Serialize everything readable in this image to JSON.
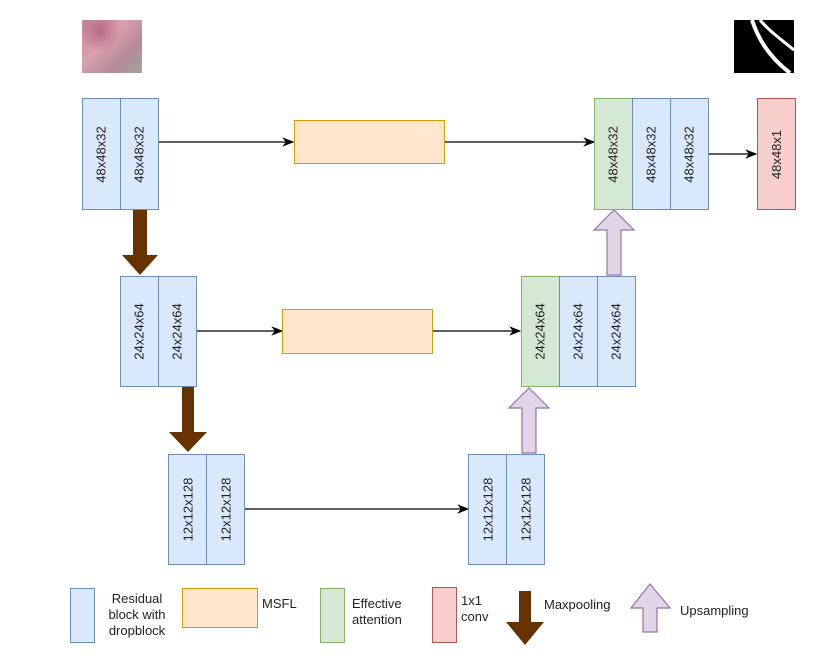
{
  "images": {
    "input": "retinal-fundus-patch",
    "output": "vessel-segmentation-mask"
  },
  "encoder": {
    "level1": [
      "48x48x32",
      "48x48x32"
    ],
    "level2": [
      "24x24x64",
      "24x24x64"
    ],
    "level3": [
      "12x12x128",
      "12x12x128"
    ]
  },
  "decoder": {
    "level3": [
      "12x12x128",
      "12x12x128"
    ],
    "level2": [
      "24x24x64",
      "24x24x64",
      "24x24x64"
    ],
    "level1": [
      "48x48x32",
      "48x48x32",
      "48x48x32"
    ]
  },
  "output_block": "48x48x1",
  "colors": {
    "residual_fill": "#dae8fc",
    "residual_stroke": "#6c8ebf",
    "msfl_fill": "#ffe6cc",
    "msfl_stroke": "#d79b00",
    "attention_fill": "#d5e8d4",
    "attention_stroke": "#82b366",
    "conv_fill": "#f8cecc",
    "conv_stroke": "#b85450",
    "maxpool": "#663300",
    "upsample_fill": "#e1d5e7",
    "upsample_stroke": "#9673a6"
  },
  "legend": {
    "residual": "Residual block with dropblock",
    "residual_lines": [
      "Residual",
      "block with",
      "dropblock"
    ],
    "msfl": "MSFL",
    "attention_lines": [
      "Effective",
      "attention"
    ],
    "conv_lines": [
      "1x1",
      "conv"
    ],
    "maxpool": "Maxpooling",
    "upsample": "Upsampling"
  }
}
